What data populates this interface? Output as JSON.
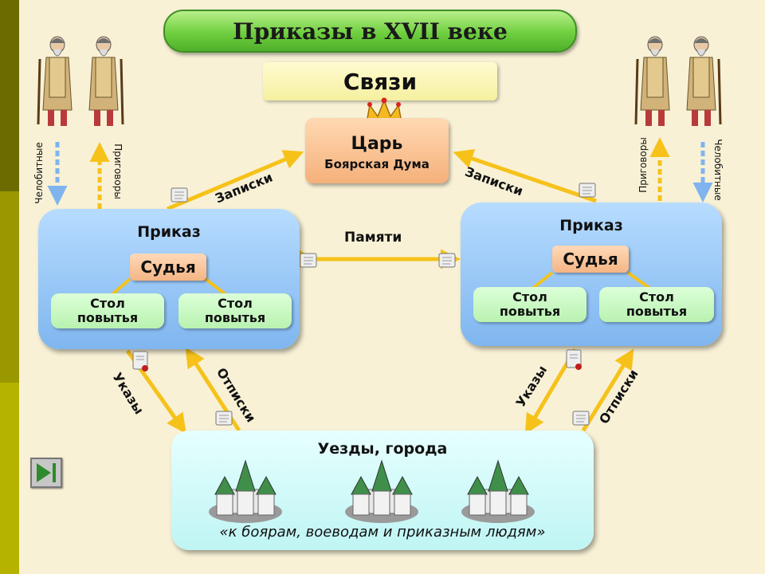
{
  "title": "Приказы в XVII веке",
  "subtitle": "Связи",
  "tsar": {
    "title": "Царь",
    "subtitle": "Боярская Дума"
  },
  "prikaz_left": {
    "title": "Приказ",
    "judge": "Судья",
    "desks": [
      "Стол\nповытья",
      "Стол\nповытья"
    ]
  },
  "prikaz_right": {
    "title": "Приказ",
    "judge": "Судья",
    "desks": [
      "Стол\nповытья",
      "Стол\nповытья"
    ]
  },
  "uezdy": {
    "title": "Уезды, города",
    "quote": "«к боярам, воеводам и приказным людям»"
  },
  "arrows": {
    "zapiski_left": "Записки",
    "zapiski_right": "Записки",
    "pamyati": "Памяти",
    "ukazy_left": "Указы",
    "otpiski_left": "Отписки",
    "ukazy_right": "Указы",
    "otpiski_right": "Отписки"
  },
  "side_labels": {
    "left_petitions": "Челобитные",
    "left_verdicts": "Приговоры",
    "right_verdicts": "Приговоры",
    "right_petitions": "Челобитные"
  },
  "colors": {
    "stripe_dark": "#6b6b00",
    "stripe_mid": "#8f8f00",
    "stripe_light": "#b5b300",
    "arrow_yellow": "#f6c21a",
    "arrow_blue": "#7fb4ef",
    "prikaz_fill": "#9fcbfa",
    "tsar_fill": "#f7c28e"
  },
  "icons": [
    "peasant-figure-icon",
    "scroll-icon",
    "crown-icon",
    "castle-icon",
    "next-slide-icon"
  ]
}
